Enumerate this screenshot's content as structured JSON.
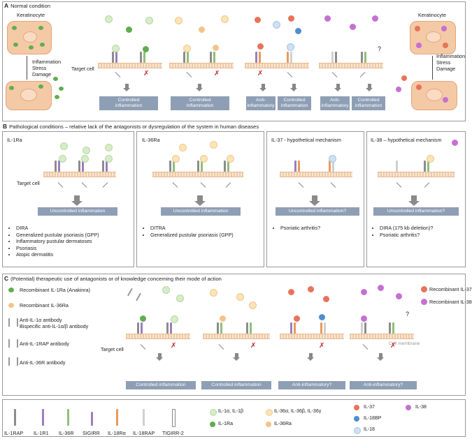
{
  "section_a": {
    "letter": "A",
    "title": "Normal condition",
    "keratinocyte_left": "Keratinocyte",
    "keratinocyte_right": "Keratinocyte",
    "stimuli_left": [
      "Inflammation",
      "Stress",
      "Damage"
    ],
    "stimuli_right": [
      "Inflammation",
      "Stress",
      "Damage"
    ],
    "target_cell": "Target cell",
    "question_mark": "?",
    "outcomes": [
      "Controlled inflammation",
      "Controlled Inflammation",
      "Anti-inflammatory",
      "Controlled inflammation",
      "Anti-inflammatory",
      "Controlled inflammation"
    ]
  },
  "section_b": {
    "letter": "B",
    "title": "Pathological conditions – relative lack of the antagonists or dysregulation of the system in human diseases",
    "target_cell": "Target cell",
    "panels": [
      {
        "title": "IL-1Ra",
        "outcome": "Uncontrolled inflammation",
        "diseases": [
          "DIRA",
          "Generalized pustular psoriasis (GPP)",
          "Inflammatory pustular dermatoses",
          "Psoriasis",
          "Atopic dermatitis"
        ]
      },
      {
        "title": "IL-36Ra",
        "outcome": "Uncontrolled inflammation",
        "diseases": [
          "DITRA",
          "Generalized pustular psoriasis (GPP)"
        ]
      },
      {
        "title": "IL-37 - hypothetical mechanism",
        "outcome": "Uncontrolled inflammation?",
        "diseases": [
          "Psoriatic arthritis?"
        ]
      },
      {
        "title": "IL-38 – hypothetical mechanism",
        "outcome": "Uncontrolled inflammation?",
        "diseases": [
          "DIRA (175 kb deletion)?",
          "Psoriatic arthritis?"
        ]
      }
    ]
  },
  "section_c": {
    "letter": "C",
    "title": "(Potential) therapeutic use of antagonists or of knowledge concerning their mode of action",
    "agents_left": [
      "Recombinant IL-1Ra (Anakinra)",
      "Recombinant IL-36Ra",
      "Anti-IL-1α antibody",
      "Bispecific anti-IL-1α/β antibody",
      "Anti-IL-1RAP antibody",
      "Anti-IL-36R antibody"
    ],
    "agents_right": [
      "Recombinant IL-37",
      "Recombinant IL-38"
    ],
    "target_cell": "Target cell",
    "cell_membrane": "Cell membrane",
    "question_mark": "?",
    "outcomes": [
      "Controlled inflammation",
      "Controlled inflammation",
      "Anti-inflammatory?",
      "Anti-inflammatory?"
    ]
  },
  "legend": {
    "receptors": [
      "IL-1RAP",
      "IL-1R1",
      "IL-36R",
      "SIGIRR",
      "IL-18Rα",
      "IL-18RAP",
      "TIGIRR-2"
    ],
    "ligands": [
      {
        "label": "IL-1α, IL-1β",
        "color": "#d7ecc8"
      },
      {
        "label": "IL-1Ra",
        "color": "#5fae4e"
      },
      {
        "label": "IL-36α, IL-36β, IL-36γ",
        "color": "#fbe4b8"
      },
      {
        "label": "IL-36Ra",
        "color": "#f3c48a"
      },
      {
        "label": "IL-37",
        "color": "#e8735a"
      },
      {
        "label": "IL-18BP",
        "color": "#4d8fce"
      },
      {
        "label": "IL-18",
        "color": "#cfe0f1"
      },
      {
        "label": "IL-38",
        "color": "#c66fd3"
      }
    ]
  }
}
